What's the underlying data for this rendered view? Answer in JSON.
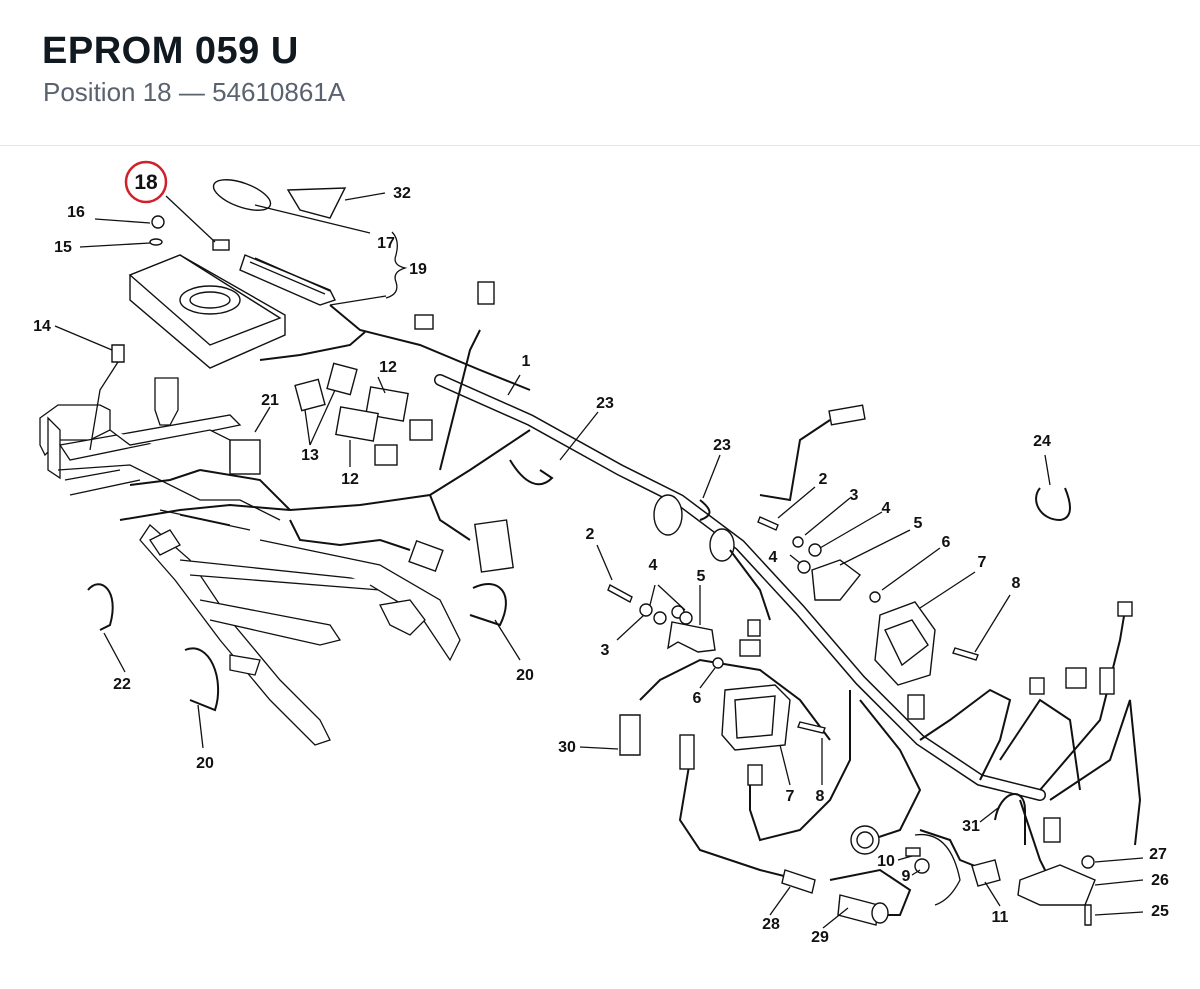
{
  "header": {
    "title": "EPROM 059 U",
    "subtitle": "Position 18 — 54610861A"
  },
  "diagram": {
    "highlight": {
      "label": "18",
      "color": "#d0202a"
    },
    "labels": [
      "1",
      "2",
      "2",
      "3",
      "3",
      "4",
      "4",
      "4",
      "5",
      "5",
      "6",
      "6",
      "7",
      "7",
      "8",
      "8",
      "9",
      "10",
      "11",
      "12",
      "12",
      "13",
      "14",
      "15",
      "16",
      "17",
      "19",
      "20",
      "20",
      "21",
      "22",
      "23",
      "23",
      "24",
      "25",
      "26",
      "27",
      "28",
      "29",
      "30",
      "31",
      "32"
    ]
  }
}
